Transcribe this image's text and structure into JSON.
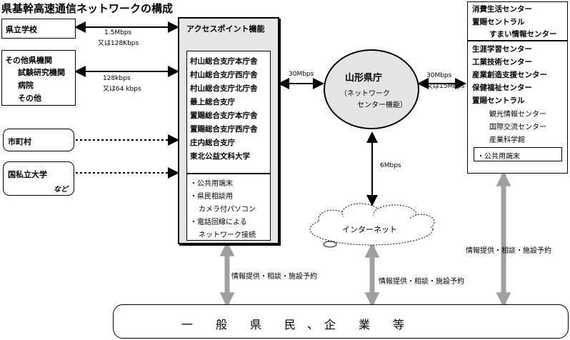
{
  "title": "県基幹高速通信ネットワークの構成",
  "left_nodes": {
    "school": "県立学校",
    "other_line1": "その他県機関",
    "other_line2": "試験研究機関",
    "other_line3": "病院",
    "other_line4": "その他",
    "municipality": "市町村",
    "university_line1": "国私立大学",
    "university_line2": "など"
  },
  "link_labels": {
    "school_speed1": "1.5Mbps",
    "school_speed2": "又は128Kbps",
    "other_speed1": "128kbps",
    "other_speed2": "又は64 kbps",
    "ap_to_center": "30Mbps",
    "center_to_right1": "30Mbps",
    "center_to_right2": "又は15Mbps",
    "center_to_internet": "6Mbps"
  },
  "access_point": {
    "header": "アクセスポイント機能",
    "sites": [
      "村山総合支庁本庁舎",
      "村山総合支庁西庁舎",
      "村山総合支庁北庁舎",
      "最上総合支庁",
      "置賜総合支庁本庁舎",
      "置賜総合支庁西庁舎",
      "庄内総合支庁",
      "東北公益文科大学"
    ],
    "services": [
      "・公共用端末",
      "・県民相談用",
      "カメラ付パソコン",
      "・電話回線による",
      "ネットワーク接続"
    ]
  },
  "center": {
    "name": "山形県庁",
    "sub1": "（ネットワーク",
    "sub2": "センター機能）"
  },
  "internet": "インターネット",
  "right_top": [
    "消費生活センター",
    "置賜セントラル",
    "すまい情報センター"
  ],
  "right_main": [
    "生涯学習センター",
    "工業技術センター",
    "産業創造支援センター",
    "保健福祉センター",
    "置賜セントラル"
  ],
  "right_sub": [
    "観光情報センター",
    "国際交流センター",
    "産業科学館"
  ],
  "right_terminal": "・公共用端末",
  "service_labels": {
    "left": "情報提供・相談・施設予約",
    "middle": "情報提供・相談・施設予約",
    "right": "情報提供・相談・施設予約"
  },
  "bottom": "一　　般　　県　　民　、　企　　業　　等"
}
